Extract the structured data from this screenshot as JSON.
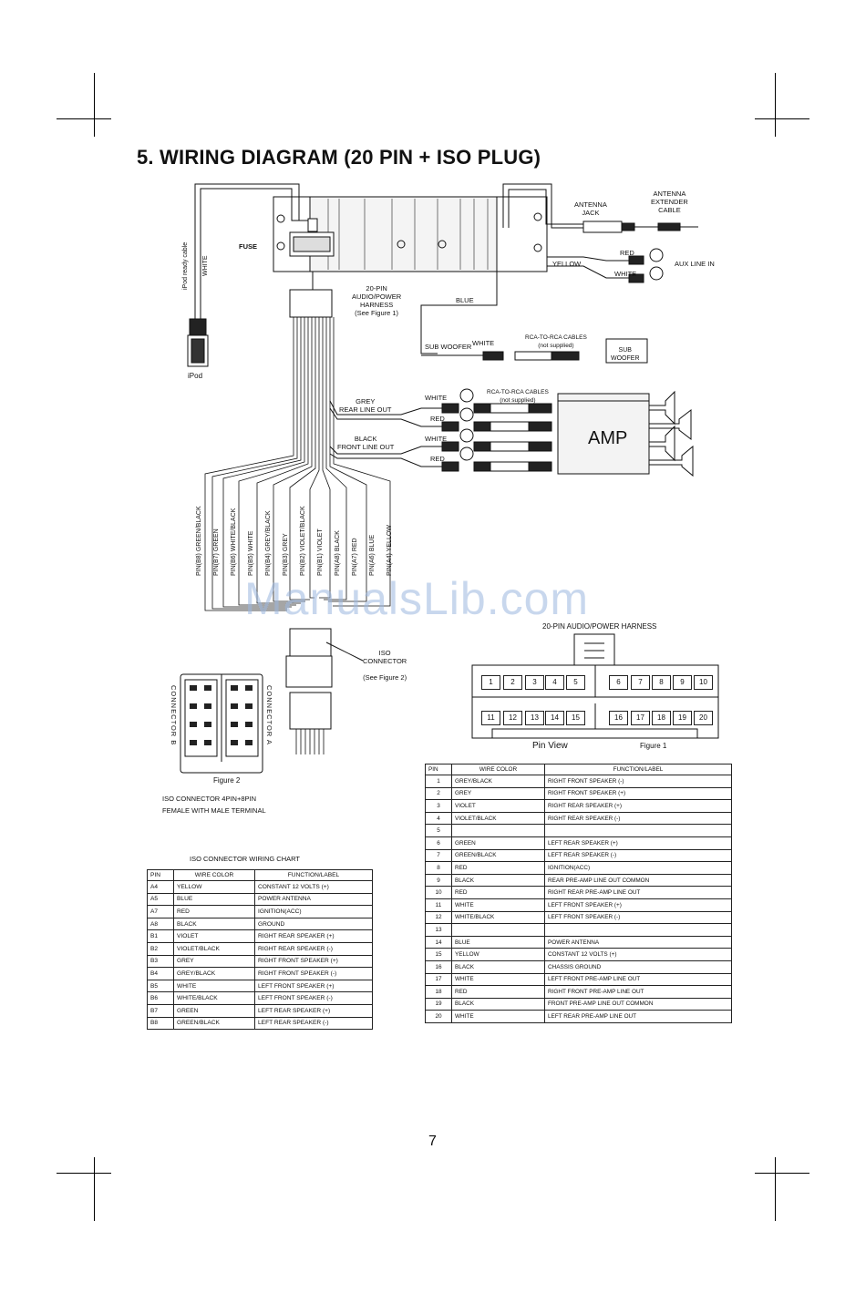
{
  "title": "5. WIRING DIAGRAM (20 PIN + ISO PLUG)",
  "labels": {
    "antenna_jack": "ANTENNA\nJACK",
    "antenna_extender": "ANTENNA\nEXTENDER\nCABLE",
    "fuse": "FUSE",
    "ipod_ready_cable": "iPod ready cable",
    "white_cable": "WHITE",
    "ipod": "iPod",
    "harness_20pin": "20-PIN\nAUDIO/POWER\nHARNESS\n(See Figure 1)",
    "yellow": "YELLOW",
    "red_aux": "RED",
    "white_aux": "WHITE",
    "aux_line_in": "AUX LINE IN",
    "blue": "BLUE",
    "sub_woofer": "SUB WOOFER",
    "white_sub": "WHITE",
    "rca_cables_1": "RCA-TO-RCA CABLES\n(not supplied)",
    "sub_woofer_box": "SUB\nWOOFER",
    "grey_rear": "GREY\nREAR LINE OUT",
    "black_front": "BLACK\nFRONT LINE OUT",
    "white_1": "WHITE",
    "red_1": "RED",
    "white_2": "WHITE",
    "red_2": "RED",
    "rca_cables_2": "RCA-TO-RCA CABLES\n(not supplied)",
    "amp": "AMP",
    "iso_connector": "ISO\nCONNECTOR\n\n(See Figure 2)",
    "connector_b": "CONNECTOR B",
    "connector_a": "CONNECTOR A",
    "figure2": "Figure 2",
    "iso_desc": "ISO CONNECTOR 4PIN+8PIN\nFEMALE WITH MALE TERMINAL",
    "harness_title": "20-PIN  AUDIO/POWER HARNESS",
    "pin_view": "Pin View",
    "figure1": "Figure 1",
    "iso_chart_title": "ISO CONNECTOR WIRING CHART",
    "watermark": "ManualsLib.com",
    "page_number": "7"
  },
  "pin_wires": [
    "PIN(B8) GREEN/BLACK",
    "PIN(B7) GREEN",
    "PIN(B6) WHITE/BLACK",
    "PIN(B5) WHITE",
    "PIN(B4) GREY/BLACK",
    "PIN(B3) GREY",
    "PIN(B2) VIOLET/BLACK",
    "PIN(B1) VIOLET",
    "PIN(A8) BLACK",
    "PIN(A7) RED",
    "PIN(A6) BLUE",
    "PIN(A4) YELLOW"
  ],
  "harness_pins_top": [
    "1",
    "2",
    "3",
    "4",
    "5",
    "6",
    "7",
    "8",
    "9",
    "10"
  ],
  "harness_pins_bottom": [
    "11",
    "12",
    "13",
    "14",
    "15",
    "16",
    "17",
    "18",
    "19",
    "20"
  ],
  "iso_chart": {
    "headers": [
      "PIN",
      "WIRE COLOR",
      "FUNCTION/LABEL"
    ],
    "rows": [
      [
        "A4",
        "YELLOW",
        "CONSTANT 12 VOLTS (+)"
      ],
      [
        "A5",
        "BLUE",
        "POWER ANTENNA"
      ],
      [
        "A7",
        "RED",
        "IGNITION(ACC)"
      ],
      [
        "A8",
        "BLACK",
        "GROUND"
      ],
      [
        "B1",
        "VIOLET",
        "RIGHT REAR SPEAKER (+)"
      ],
      [
        "B2",
        "VIOLET/BLACK",
        "RIGHT REAR SPEAKER (-)"
      ],
      [
        "B3",
        "GREY",
        "RIGHT FRONT SPEAKER (+)"
      ],
      [
        "B4",
        "GREY/BLACK",
        "RIGHT FRONT SPEAKER (-)"
      ],
      [
        "B5",
        "WHITE",
        "LEFT FRONT SPEAKER (+)"
      ],
      [
        "B6",
        "WHITE/BLACK",
        "LEFT FRONT SPEAKER (-)"
      ],
      [
        "B7",
        "GREEN",
        "LEFT REAR SPEAKER (+)"
      ],
      [
        "B8",
        "GREEN/BLACK",
        "LEFT REAR SPEAKER (-)"
      ]
    ]
  },
  "pin_chart": {
    "headers": [
      "PIN",
      "WIRE COLOR",
      "FUNCTION/LABEL"
    ],
    "rows": [
      [
        "1",
        "GREY/BLACK",
        "RIGHT FRONT SPEAKER (-)"
      ],
      [
        "2",
        "GREY",
        "RIGHT FRONT SPEAKER (+)"
      ],
      [
        "3",
        "VIOLET",
        "RIGHT REAR SPEAKER (+)"
      ],
      [
        "4",
        "VIOLET/BLACK",
        "RIGHT REAR SPEAKER (-)"
      ],
      [
        "5",
        "",
        ""
      ],
      [
        "6",
        "GREEN",
        "LEFT REAR SPEAKER (+)"
      ],
      [
        "7",
        "GREEN/BLACK",
        "LEFT REAR SPEAKER (-)"
      ],
      [
        "8",
        "RED",
        "IGNITION(ACC)"
      ],
      [
        "9",
        "BLACK",
        "REAR PRE-AMP LINE OUT COMMON"
      ],
      [
        "10",
        "RED",
        "RIGHT REAR PRE-AMP LINE OUT"
      ],
      [
        "11",
        "WHITE",
        "LEFT FRONT SPEAKER (+)"
      ],
      [
        "12",
        "WHITE/BLACK",
        "LEFT FRONT SPEAKER (-)"
      ],
      [
        "13",
        "",
        ""
      ],
      [
        "14",
        "BLUE",
        "POWER ANTENNA"
      ],
      [
        "15",
        "YELLOW",
        "CONSTANT 12 VOLTS (+)"
      ],
      [
        "16",
        "BLACK",
        "CHASSIS GROUND"
      ],
      [
        "17",
        "WHITE",
        "LEFT FRONT PRE-AMP LINE OUT"
      ],
      [
        "18",
        "RED",
        "RIGHT FRONT PRE-AMP LINE OUT"
      ],
      [
        "19",
        "BLACK",
        "FRONT PRE-AMP LINE OUT COMMON"
      ],
      [
        "20",
        "WHITE",
        "LEFT REAR PRE-AMP LINE OUT"
      ]
    ]
  }
}
